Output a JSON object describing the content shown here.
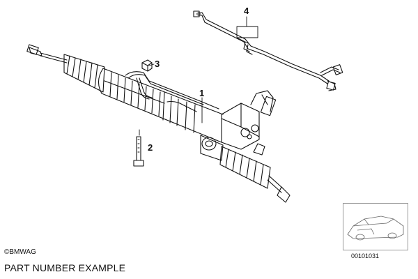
{
  "diagram": {
    "callouts": {
      "one": "1",
      "two": "2",
      "three": "3",
      "four": "4"
    },
    "copyright": "©BMWAG",
    "reference_number": "00101031",
    "caption": "PART NUMBER EXAMPLE"
  }
}
